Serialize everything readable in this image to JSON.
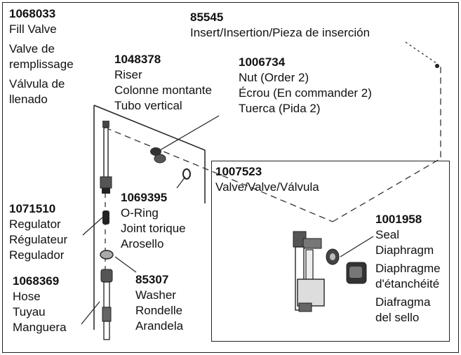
{
  "parts": [
    {
      "id": "fill-valve",
      "number": "1068033",
      "lines": [
        "Fill Valve",
        "Valve de",
        "remplissage",
        "Válvula de",
        "llenado"
      ]
    },
    {
      "id": "insert",
      "number": "85545",
      "lines": [
        "Insert/Insertion/Pieza de inserción"
      ]
    },
    {
      "id": "riser",
      "number": "1048378",
      "lines": [
        "Riser",
        "Colonne montante",
        "Tubo vertical"
      ]
    },
    {
      "id": "nut",
      "number": "1006734",
      "lines": [
        "Nut (Order 2)",
        "Écrou (En commander 2)",
        "Tuerca (Pida 2)"
      ]
    },
    {
      "id": "valve",
      "number": "1007523",
      "lines": [
        "Valve/Valve/Válvula"
      ]
    },
    {
      "id": "o-ring",
      "number": "1069395",
      "lines": [
        "O-Ring",
        "Joint torique",
        "Arosello"
      ]
    },
    {
      "id": "regulator",
      "number": "1071510",
      "lines": [
        "Regulator",
        "Régulateur",
        "Regulador"
      ]
    },
    {
      "id": "seal",
      "number": "1001958",
      "lines": [
        "Seal",
        "Diaphragm",
        "Diaphragme",
        "d'étanchéité",
        "Diafragma",
        "del sello"
      ]
    },
    {
      "id": "hose",
      "number": "1068369",
      "lines": [
        "Hose",
        "Tuyau",
        "Manguera"
      ]
    },
    {
      "id": "washer",
      "number": "85307",
      "lines": [
        "Washer",
        "Rondelle",
        "Arandela"
      ]
    }
  ]
}
